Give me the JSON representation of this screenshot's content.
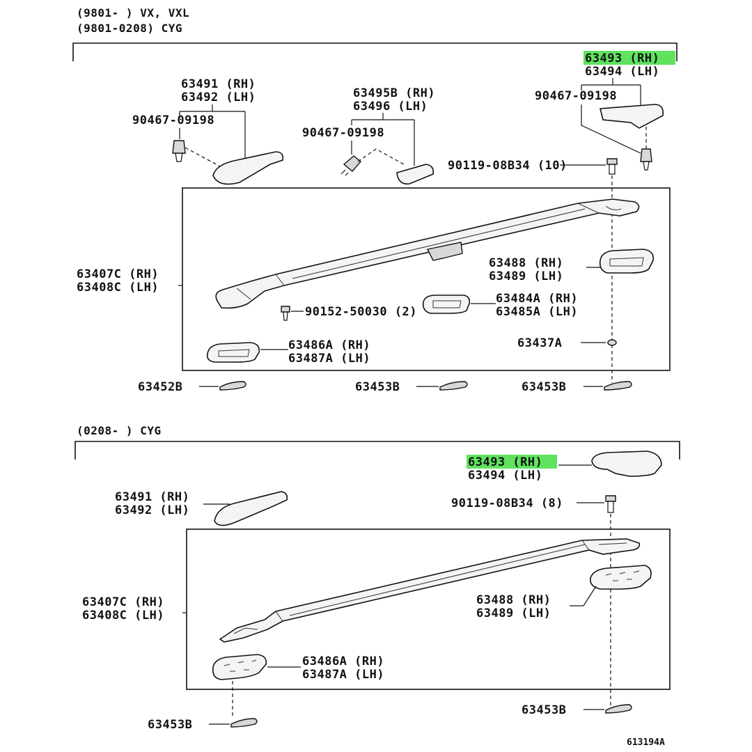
{
  "top_section": {
    "header_line1": "(9801-      ) VX, VXL",
    "header_line2": "(9801-0208) CYG",
    "labels": {
      "p63493_rh": "63493 (RH)",
      "p63494_lh": "63494 (LH)",
      "clip_right": "90467-09198",
      "p63491_rh": "63491 (RH)",
      "p63492_lh": "63492 (LH)",
      "clip_left": "90467-09198",
      "p63495b_rh": "63495B (RH)",
      "p63496_lh": "63496 (LH)",
      "clip_mid": "90467-09198",
      "bolt": "90119-08B34 (10)",
      "rail_rh": "63407C (RH)",
      "rail_lh": "63408C (LH)",
      "p63488_rh": "63488 (RH)",
      "p63489_lh": "63489 (LH)",
      "screw": "90152-50030 (2)",
      "p63484a_rh": "63484A (RH)",
      "p63485a_lh": "63485A (LH)",
      "p63486a_rh": "63486A (RH)",
      "p63487a_lh": "63487A (LH)",
      "p63437a": "63437A",
      "p63452b": "63452B",
      "p63453b_mid": "63453B",
      "p63453b_right": "63453B"
    }
  },
  "bottom_section": {
    "header": "(0208-      ) CYG",
    "labels": {
      "p63493_rh": "63493 (RH)",
      "p63494_lh": "63494 (LH)",
      "bolt": "90119-08B34 (8)",
      "p63491_rh": "63491 (RH)",
      "p63492_lh": "63492 (LH)",
      "rail_rh": "63407C (RH)",
      "rail_lh": "63408C (LH)",
      "p63488_rh": "63488 (RH)",
      "p63489_lh": "63489 (LH)",
      "p63486a_rh": "63486A (RH)",
      "p63487a_lh": "63487A (LH)",
      "p63453b_left": "63453B",
      "p63453b_right": "63453B"
    }
  },
  "figure_ref": "613194A",
  "colors": {
    "highlight": "#5fe35f",
    "ink": "#111111"
  }
}
